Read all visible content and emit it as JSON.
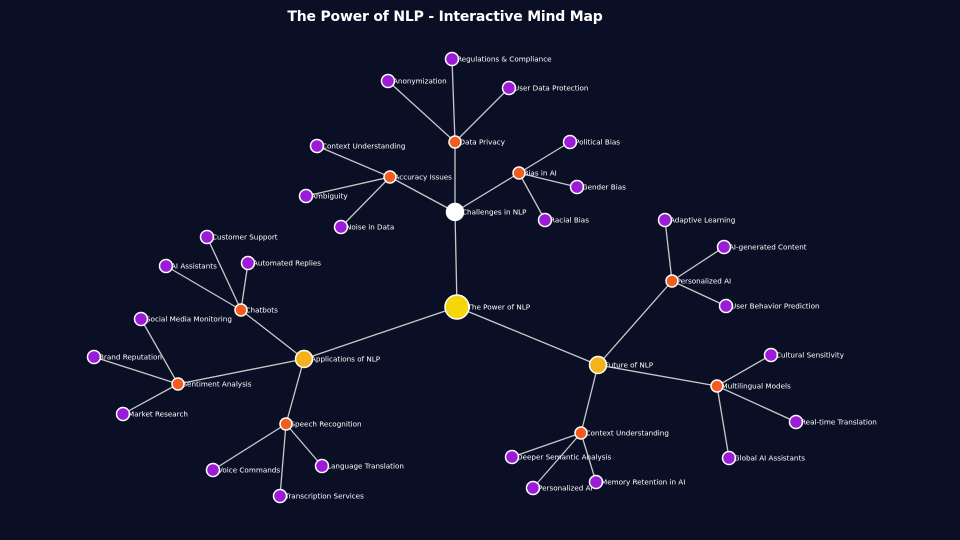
{
  "title": "The Power of NLP - Interactive Mind Map",
  "colors": {
    "background": "#0b0f26",
    "link": "#c9c9c9",
    "root": "#f5d60a",
    "branch": "#f5b21a",
    "challenges": "#ffffff",
    "topic": "#f25c1f",
    "leaf": "#9b1bd6"
  },
  "nodes": [
    {
      "id": "root",
      "label": "The Power of NLP",
      "level": "root"
    },
    {
      "id": "apps",
      "label": "Applications of NLP",
      "parent": "root",
      "level": "branch"
    },
    {
      "id": "future",
      "label": "Future of NLP",
      "parent": "root",
      "level": "branch"
    },
    {
      "id": "challenges",
      "label": "Challenges in NLP",
      "parent": "root",
      "level": "challenges"
    },
    {
      "id": "chatbots",
      "label": "Chatbots",
      "parent": "apps",
      "level": "topic"
    },
    {
      "id": "sentiment",
      "label": "Sentiment Analysis",
      "parent": "apps",
      "level": "topic"
    },
    {
      "id": "speech",
      "label": "Speech Recognition",
      "parent": "apps",
      "level": "topic"
    },
    {
      "id": "support",
      "label": "Customer Support",
      "parent": "chatbots",
      "level": "leaf"
    },
    {
      "id": "assistants",
      "label": "AI Assistants",
      "parent": "chatbots",
      "level": "leaf"
    },
    {
      "id": "replies",
      "label": "Automated Replies",
      "parent": "chatbots",
      "level": "leaf"
    },
    {
      "id": "social",
      "label": "Social Media Monitoring",
      "parent": "sentiment",
      "level": "leaf"
    },
    {
      "id": "brand",
      "label": "Brand Reputation",
      "parent": "sentiment",
      "level": "leaf"
    },
    {
      "id": "market",
      "label": "Market Research",
      "parent": "sentiment",
      "level": "leaf"
    },
    {
      "id": "voice",
      "label": "Voice Commands",
      "parent": "speech",
      "level": "leaf"
    },
    {
      "id": "langtrans",
      "label": "Language Translation",
      "parent": "speech",
      "level": "leaf"
    },
    {
      "id": "transcription",
      "label": "Transcription Services",
      "parent": "speech",
      "level": "leaf"
    },
    {
      "id": "accuracy",
      "label": "Accuracy Issues",
      "parent": "challenges",
      "level": "topic"
    },
    {
      "id": "privacy",
      "label": "Data Privacy",
      "parent": "challenges",
      "level": "topic"
    },
    {
      "id": "bias",
      "label": "Bias in AI",
      "parent": "challenges",
      "level": "topic"
    },
    {
      "id": "context1",
      "label": "Context Understanding",
      "parent": "accuracy",
      "level": "leaf"
    },
    {
      "id": "ambiguity",
      "label": "Ambiguity",
      "parent": "accuracy",
      "level": "leaf"
    },
    {
      "id": "noise",
      "label": "Noise in Data",
      "parent": "accuracy",
      "level": "leaf"
    },
    {
      "id": "regulations",
      "label": "Regulations & Compliance",
      "parent": "privacy",
      "level": "leaf"
    },
    {
      "id": "anonymization",
      "label": "Anonymization",
      "parent": "privacy",
      "level": "leaf"
    },
    {
      "id": "userdata",
      "label": "User Data Protection",
      "parent": "privacy",
      "level": "leaf"
    },
    {
      "id": "political",
      "label": "Political Bias",
      "parent": "bias",
      "level": "leaf"
    },
    {
      "id": "gender",
      "label": "Gender Bias",
      "parent": "bias",
      "level": "leaf"
    },
    {
      "id": "racial",
      "label": "Racial Bias",
      "parent": "bias",
      "level": "leaf"
    },
    {
      "id": "personalized",
      "label": "Personalized AI",
      "parent": "future",
      "level": "topic"
    },
    {
      "id": "multilingual",
      "label": "Multilingual Models",
      "parent": "future",
      "level": "topic"
    },
    {
      "id": "context2",
      "label": "Context Understanding",
      "parent": "future",
      "level": "topic"
    },
    {
      "id": "adaptive",
      "label": "Adaptive Learning",
      "parent": "personalized",
      "level": "leaf"
    },
    {
      "id": "aigen",
      "label": "AI-generated Content",
      "parent": "personalized",
      "level": "leaf"
    },
    {
      "id": "userbehavior",
      "label": "User Behavior Prediction",
      "parent": "personalized",
      "level": "leaf"
    },
    {
      "id": "cultural",
      "label": "Cultural Sensitivity",
      "parent": "multilingual",
      "level": "leaf"
    },
    {
      "id": "realtime",
      "label": "Real-time Translation",
      "parent": "multilingual",
      "level": "leaf"
    },
    {
      "id": "global",
      "label": "Global AI Assistants",
      "parent": "multilingual",
      "level": "leaf"
    },
    {
      "id": "semantic",
      "label": "Deeper Semantic Analysis",
      "parent": "context2",
      "level": "leaf"
    },
    {
      "id": "personal2",
      "label": "Personalized AI",
      "parent": "context2",
      "level": "leaf"
    },
    {
      "id": "memory",
      "label": "Memory Retention in AI",
      "parent": "context2",
      "level": "leaf"
    }
  ]
}
